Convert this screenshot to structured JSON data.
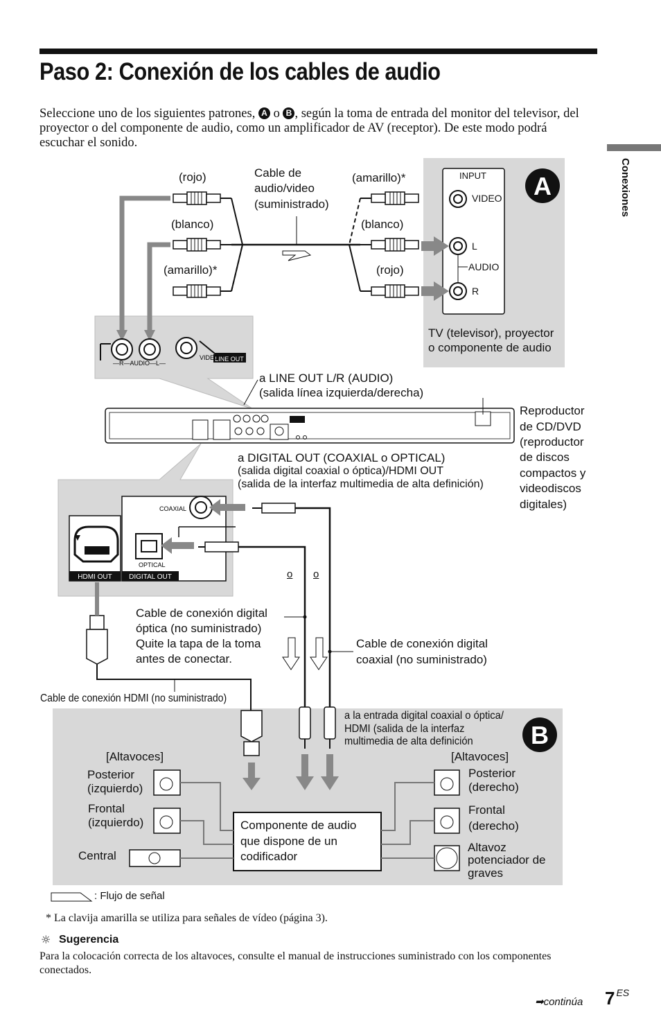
{
  "header": {
    "title": "Paso 2: Conexión de los cables de audio"
  },
  "intro": {
    "text_1": "Seleccione uno de los siguientes patrones, ",
    "marker_a": "A",
    "text_2": " o ",
    "marker_b": "B",
    "text_3": ", según la toma de entrada del monitor del televisor, del proyector o del componente de audio, como un amplificador de AV (receptor). De este modo podrá escuchar el sonido."
  },
  "side_tab": {
    "label": "Conexiones"
  },
  "diagram": {
    "badge_a": "A",
    "badge_b": "B",
    "cable_av": {
      "line1": "Cable de",
      "line2": "audio/video",
      "line3": "(suministrado)"
    },
    "plugs_left": {
      "red": "(rojo)",
      "white": "(blanco)",
      "yellow": "(amarillo)*"
    },
    "plugs_right": {
      "yellow": "(amarillo)*",
      "white": "(blanco)",
      "red": "(rojo)"
    },
    "tv_panel": {
      "input": "INPUT",
      "video": "VIDEO",
      "l": "L",
      "audio": "AUDIO",
      "r": "R",
      "caption_line1": "TV (televisor), proyector",
      "caption_line2": "o componente de audio"
    },
    "lineout_zoom": {
      "r_audio_l": "—R—AUDIO—L—",
      "video": "VIDEO",
      "line_out": "LINE OUT"
    },
    "lineout_label": {
      "line1": "a LINE OUT L/R (AUDIO)",
      "line2": "(salida línea izquierda/derecha)"
    },
    "player_label": {
      "line1": "Reproductor",
      "line2": "de CD/DVD",
      "line3": "(reproductor",
      "line4": "de discos",
      "line5": "compactos y",
      "line6": "videodiscos",
      "line7": "digitales)"
    },
    "digital_out_label": {
      "line1": "a DIGITAL OUT (COAXIAL o OPTICAL)",
      "line2": "(salida digital coaxial o óptica)/HDMI OUT",
      "line3": "(salida de la interfaz multimedia de alta definición)"
    },
    "digital_zoom": {
      "coaxial": "COAXIAL",
      "optical": "OPTICAL",
      "hdmi_out": "HDMI OUT",
      "digital_out": "DIGITAL OUT"
    },
    "or_1": "o",
    "or_2": "o",
    "optical_cable": {
      "line1": "Cable de conexión digital",
      "line2": "óptica (no suministrado)",
      "line3": "Quite la tapa de la toma",
      "line4": "antes de conectar."
    },
    "coaxial_cable": {
      "line1": "Cable de conexión digital",
      "line2": "coaxial (no suministrado)"
    },
    "hdmi_cable": "Cable de conexión HDMI (no suministrado)",
    "digital_in_label": {
      "line1": "a la entrada digital coaxial o óptica/",
      "line2": "HDMI (salida de la interfaz",
      "line3": "multimedia de alta definición"
    },
    "speakers_left": {
      "heading": "[Altavoces]",
      "rear_1": "Posterior",
      "rear_2": "(izquierdo)",
      "front_1": "Frontal",
      "front_2": "(izquierdo)",
      "center": "Central"
    },
    "speakers_right": {
      "heading": "[Altavoces]",
      "rear_1": "Posterior",
      "rear_2": "(derecho)",
      "front_1": "Frontal",
      "front_2": "(derecho)",
      "sub_1": "Altavoz",
      "sub_2": "potenciador de",
      "sub_3": "graves"
    },
    "decoder": {
      "line1": "Componente de audio",
      "line2": "que dispone de un",
      "line3": "codificador"
    },
    "signal_flow": ": Flujo de señal"
  },
  "footnote": "* La clavija amarilla se utiliza para señales de vídeo (página 3).",
  "tip": {
    "title": "Sugerencia",
    "text": "Para la colocación correcta de los altavoces, consulte el manual de instrucciones suministrado con los componentes conectados."
  },
  "footer": {
    "continua": "continúa",
    "page": "7",
    "page_suffix": "ES"
  }
}
